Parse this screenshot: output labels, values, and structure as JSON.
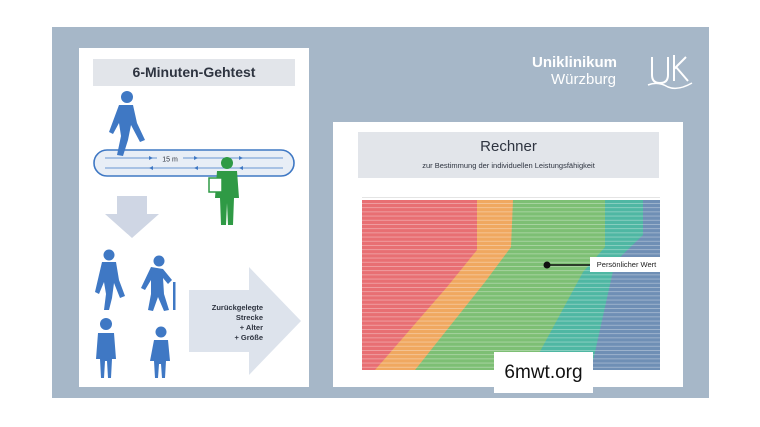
{
  "left_panel": {
    "title": "6-Minuten-Gehtest",
    "distance_label": "15 m",
    "criteria": {
      "line1": "Zurückgelegte",
      "line2": "Strecke",
      "line3": "+ Alter",
      "line4": "+ Größe"
    }
  },
  "logo": {
    "name": "Uniklinikum",
    "city": "Würzburg"
  },
  "right_panel": {
    "title": "Rechner",
    "subtitle": "zur Bestimmung der individuellen Leistungsfähigkeit",
    "personal_value_label": "Persönlicher Wert",
    "website": "6mwt.org"
  },
  "colors": {
    "frame": "#a6b7c8",
    "red": "#e86f73",
    "orange": "#f0a860",
    "green": "#7dbf74",
    "teal": "#4fb7a3",
    "blue": "#6f8fb5",
    "walker_blue": "#3f78c4",
    "staff_green": "#2f9a45"
  }
}
